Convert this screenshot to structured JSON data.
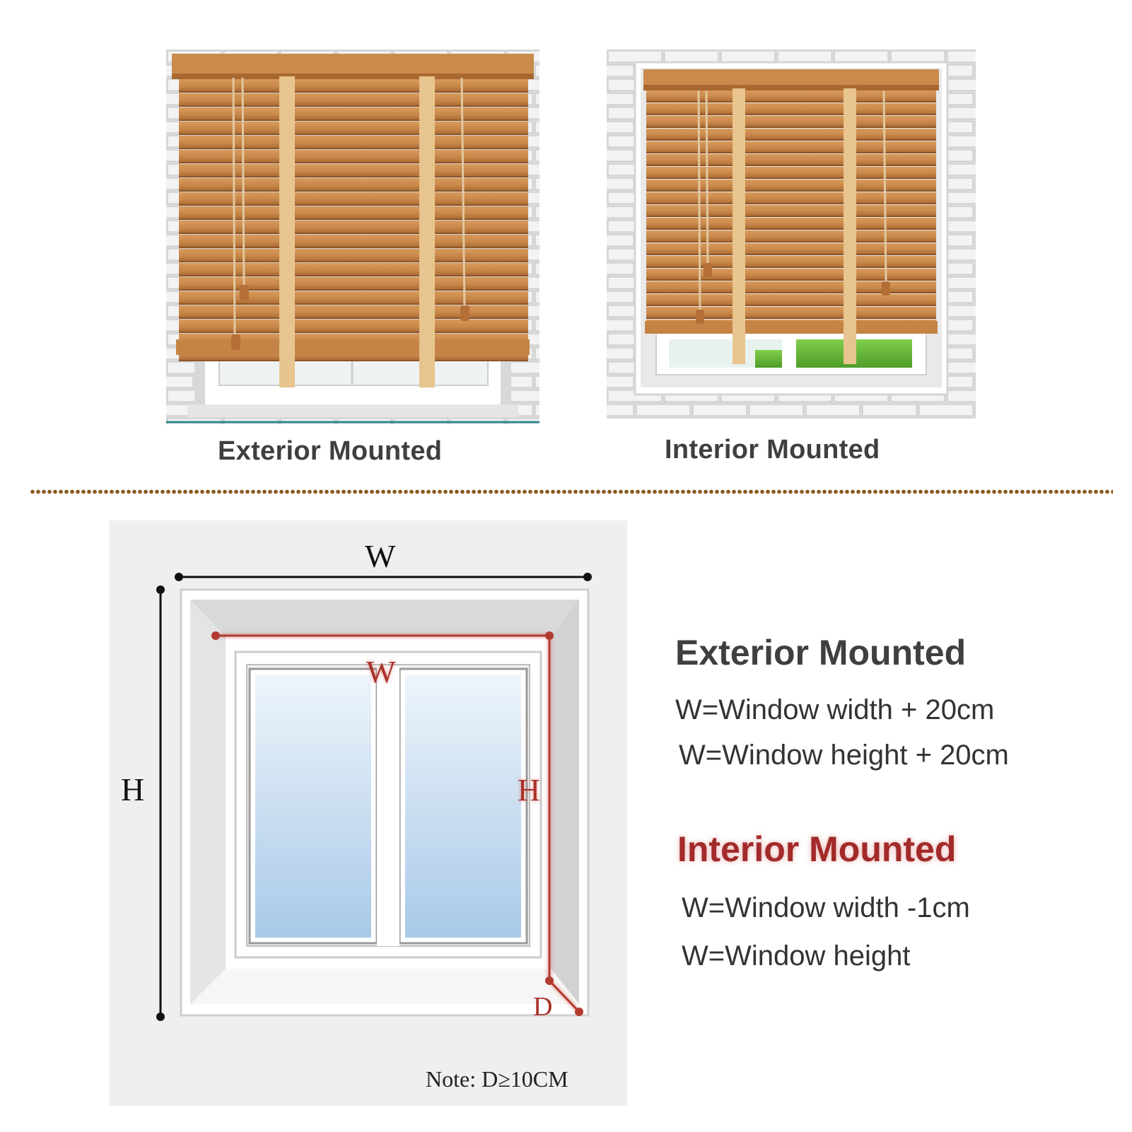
{
  "illustrations": {
    "exterior": {
      "caption": "Exterior Mounted"
    },
    "interior": {
      "caption": "Interior Mounted"
    }
  },
  "diagram": {
    "outer_width_label": "W",
    "outer_height_label": "H",
    "inner_width_label": "W",
    "inner_height_label": "H",
    "depth_label": "D",
    "note": "Note: D≥10CM",
    "colors": {
      "outer_line": "#111111",
      "inner_line": "#c0392b"
    }
  },
  "instructions": {
    "exterior": {
      "title": "Exterior Mounted",
      "lines": [
        "W=Window width + 20cm",
        "W=Window height + 20cm"
      ]
    },
    "interior": {
      "title": "Interior Mounted",
      "lines": [
        "W=Window width -1cm",
        "W=Window height"
      ]
    }
  },
  "colors": {
    "wood": "#c98a4b",
    "wood_dark": "#9c5f2a",
    "tape": "#e8c48e",
    "brick_wall": "#f2f2f2",
    "brick_line": "#d3d3d3",
    "interior_title": "#a32a2a",
    "dark_text": "#3f3f3f"
  }
}
